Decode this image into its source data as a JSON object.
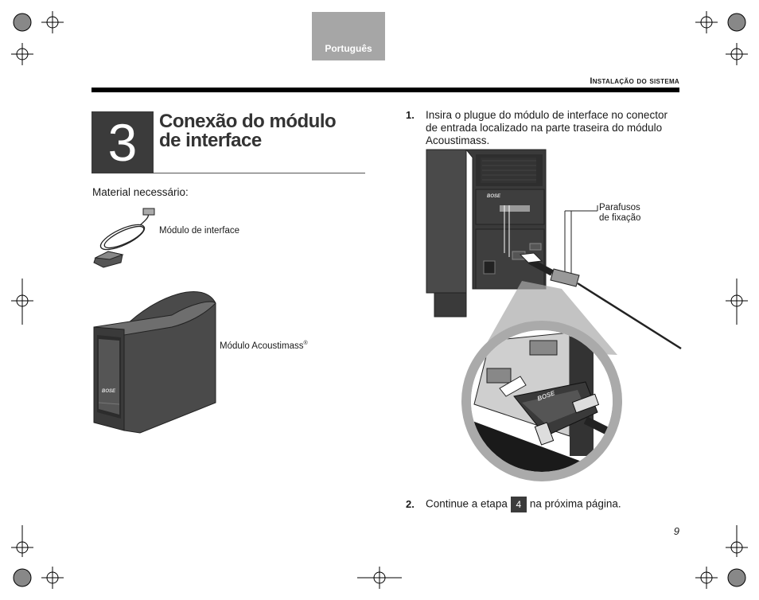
{
  "language_tab": "Português",
  "header": "Instalação do sistema",
  "step_number": "3",
  "title_lines": [
    "Conexão do módulo",
    "de interface"
  ],
  "materials_label": "Material necessário:",
  "items": {
    "interface_module": "Módulo de interface",
    "acoustimass_module": "Módulo Acoustimass",
    "acoustimass_mark": "®"
  },
  "instructions": [
    {
      "num": "1.",
      "lines": [
        "Insira o plugue do módulo de interface no conector",
        "de entrada localizado na parte traseira do módulo",
        "Acoustimass."
      ]
    },
    {
      "num": "2.",
      "before": "Continue a etapa",
      "badge": "4",
      "after": "na próxima página."
    }
  ],
  "callout": [
    "Parafusos",
    "de fixação"
  ],
  "brand": "BOSE",
  "page_number": "9"
}
